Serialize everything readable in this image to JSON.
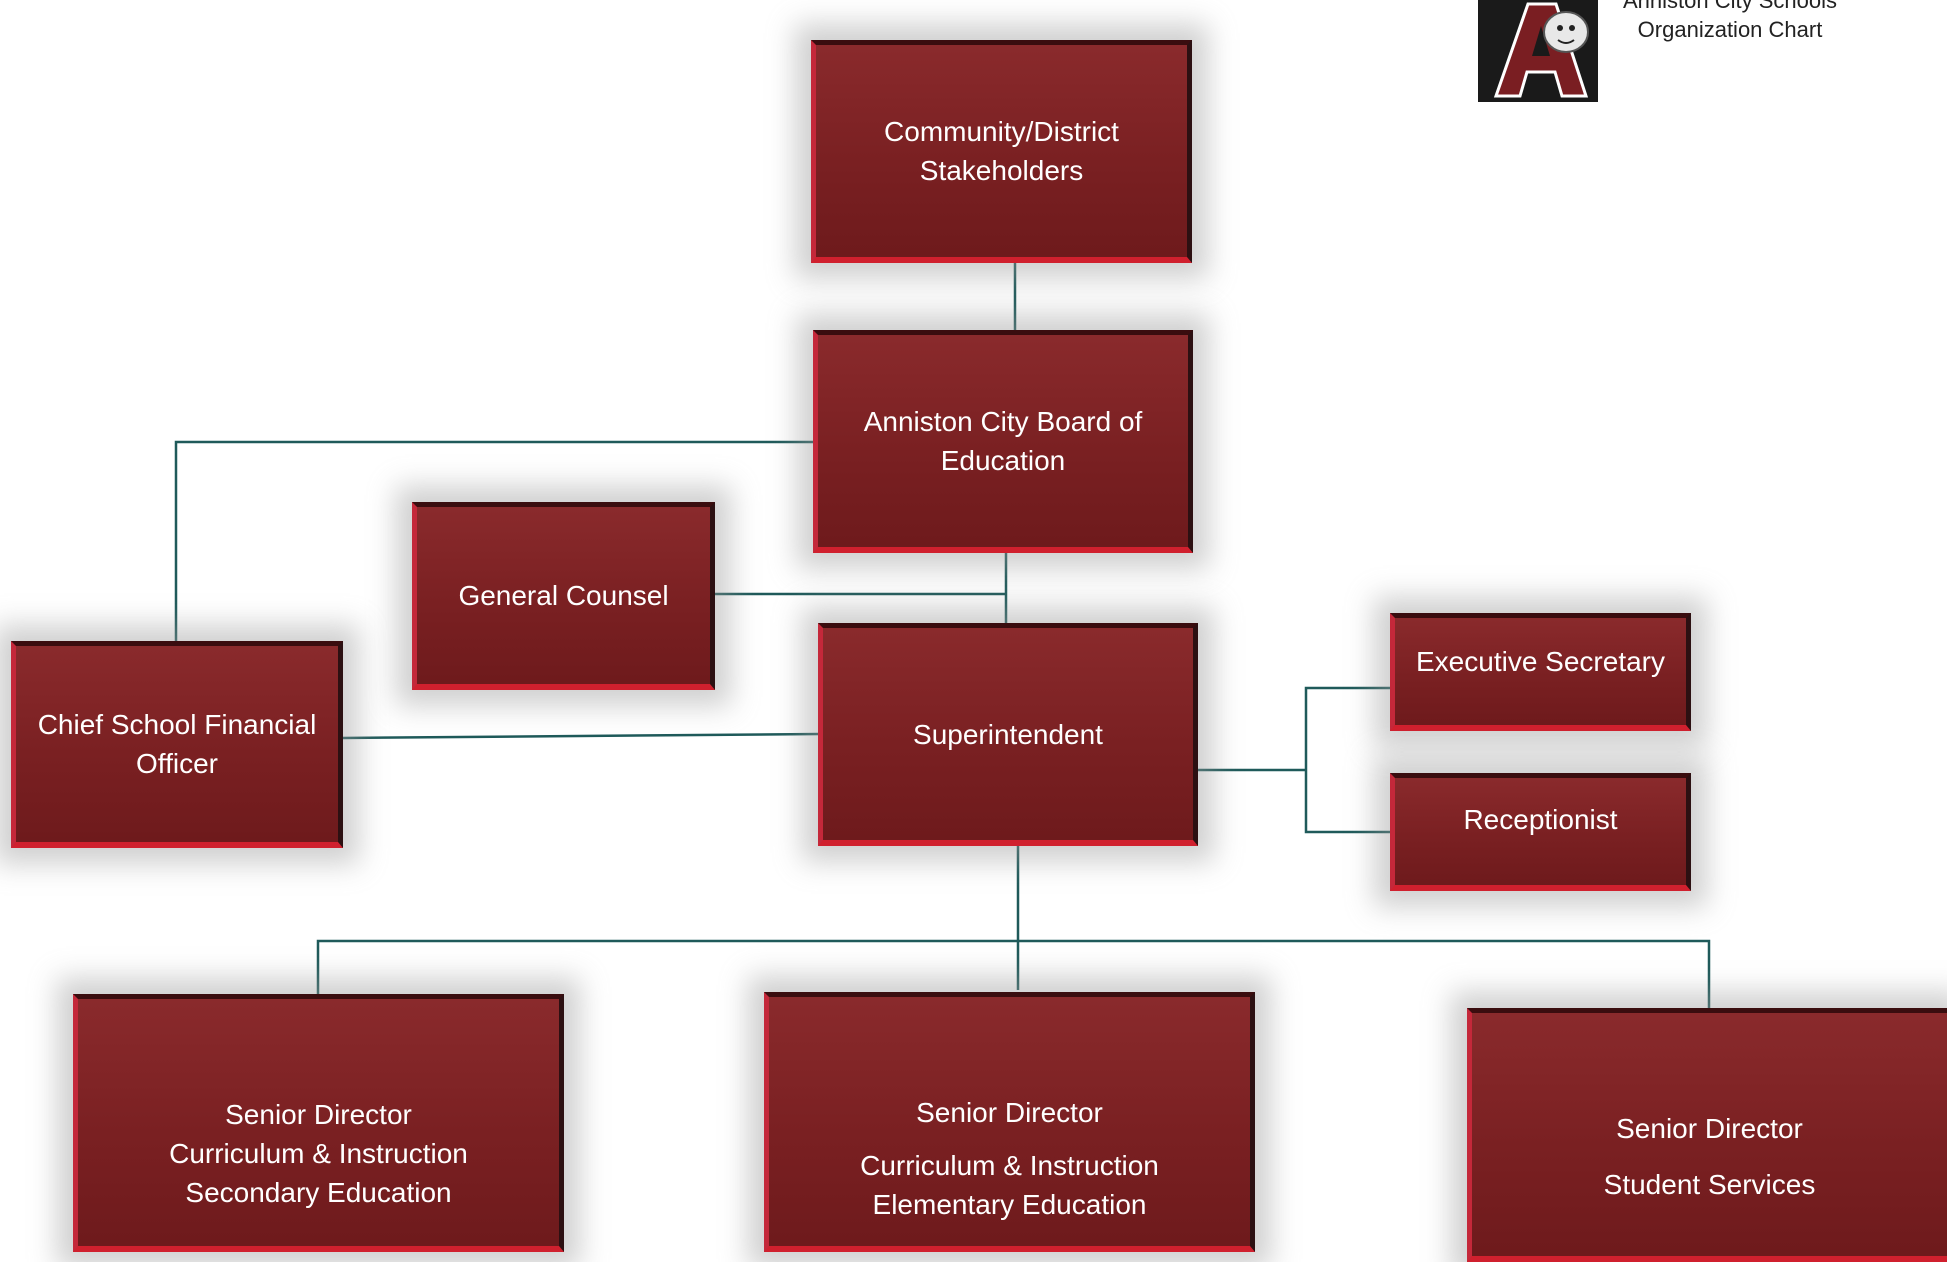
{
  "header": {
    "title_line1": "Anniston City Schools",
    "title_line2": "Organization Chart",
    "logo_letter": "A"
  },
  "nodes": {
    "stakeholders": {
      "line1": "Community/District",
      "line2": "Stakeholders"
    },
    "board": {
      "line1": "Anniston City Board of",
      "line2": "Education"
    },
    "general_counsel": {
      "line1": "General Counsel"
    },
    "cfo": {
      "line1": "Chief School Financial",
      "line2": "Officer"
    },
    "superintendent": {
      "line1": "Superintendent"
    },
    "exec_secretary": {
      "line1": "Executive Secretary"
    },
    "receptionist": {
      "line1": "Receptionist"
    },
    "sd_secondary": {
      "line1": "Senior Director",
      "line2": "Curriculum & Instruction",
      "line3": "Secondary Education"
    },
    "sd_elementary": {
      "line1": "Senior Director",
      "line2": "Curriculum & Instruction",
      "line3": "Elementary Education"
    },
    "sd_student": {
      "line1": "Senior Director",
      "line2": "Student Services"
    }
  },
  "colors": {
    "box_fill": "#7a2022",
    "box_highlight": "#d0202e",
    "connector": "#1f5a5a",
    "text": "#ffffff"
  }
}
